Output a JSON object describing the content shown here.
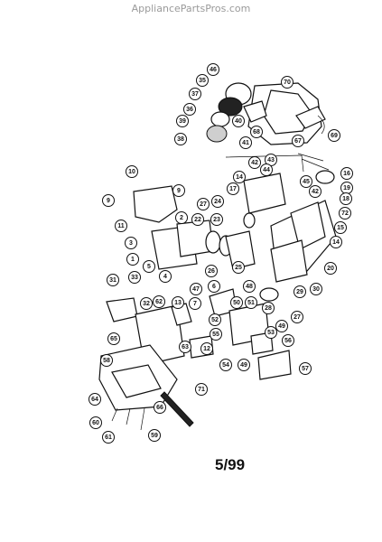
{
  "header": {
    "watermark": "AppliancePartsPros.com"
  },
  "footer": {
    "page_number": "5/99"
  },
  "diagram": {
    "callouts": [
      "46",
      "70",
      "35",
      "37",
      "36",
      "39",
      "40",
      "38",
      "41",
      "68",
      "67",
      "69",
      "42",
      "43",
      "44",
      "16",
      "19",
      "18",
      "10",
      "9",
      "9",
      "14",
      "17",
      "45",
      "42",
      "72",
      "15",
      "11",
      "2",
      "27",
      "24",
      "22",
      "23",
      "14",
      "3",
      "1",
      "5",
      "4",
      "26",
      "25",
      "20",
      "47",
      "6",
      "48",
      "13",
      "7",
      "29",
      "30",
      "31",
      "33",
      "32",
      "62",
      "65",
      "51",
      "50",
      "52",
      "49",
      "27",
      "28",
      "53",
      "55",
      "56",
      "12",
      "63",
      "54",
      "49",
      "57",
      "58",
      "64",
      "66",
      "71",
      "60",
      "61",
      "59"
    ]
  },
  "colors": {
    "ink": "#111111",
    "paper": "#ffffff",
    "watermark": "#9a9a9a"
  }
}
